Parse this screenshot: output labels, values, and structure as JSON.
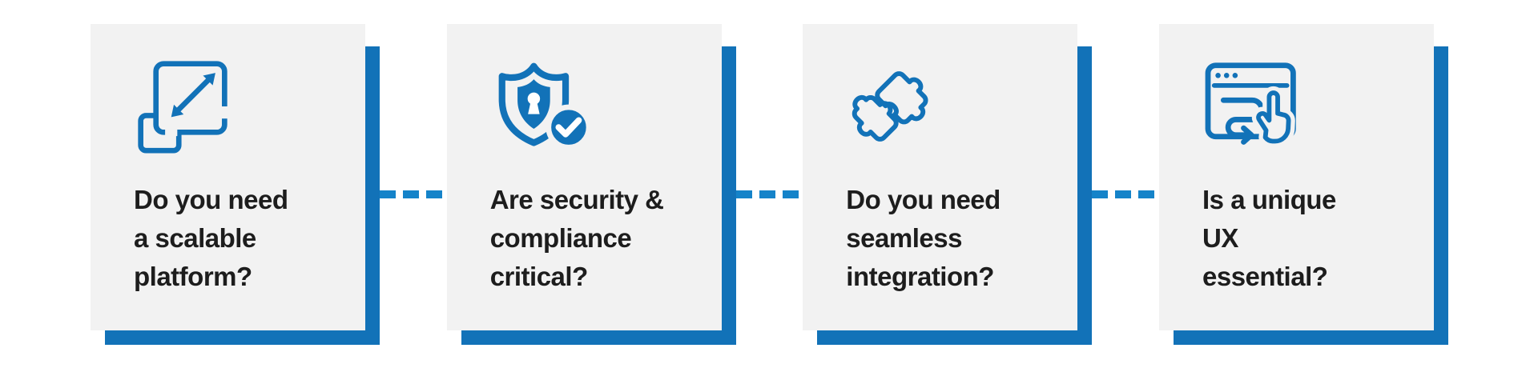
{
  "colors": {
    "accent_blue": "#1272b8",
    "dash_blue": "#1583c9",
    "card_bg": "#f2f2f2",
    "text_color": "#1d1d1d",
    "page_bg": "#ffffff"
  },
  "cards": [
    {
      "icon": "scale-expand-icon",
      "lines": [
        "Do you need",
        "a scalable",
        "platform?"
      ]
    },
    {
      "icon": "shield-check-icon",
      "lines": [
        "Are security &",
        "compliance",
        "critical?"
      ]
    },
    {
      "icon": "puzzle-pieces-icon",
      "lines": [
        "Do you need",
        "seamless",
        "integration?"
      ]
    },
    {
      "icon": "ux-pointer-icon",
      "lines": [
        "Is a unique",
        "UX",
        "essential?"
      ]
    }
  ]
}
